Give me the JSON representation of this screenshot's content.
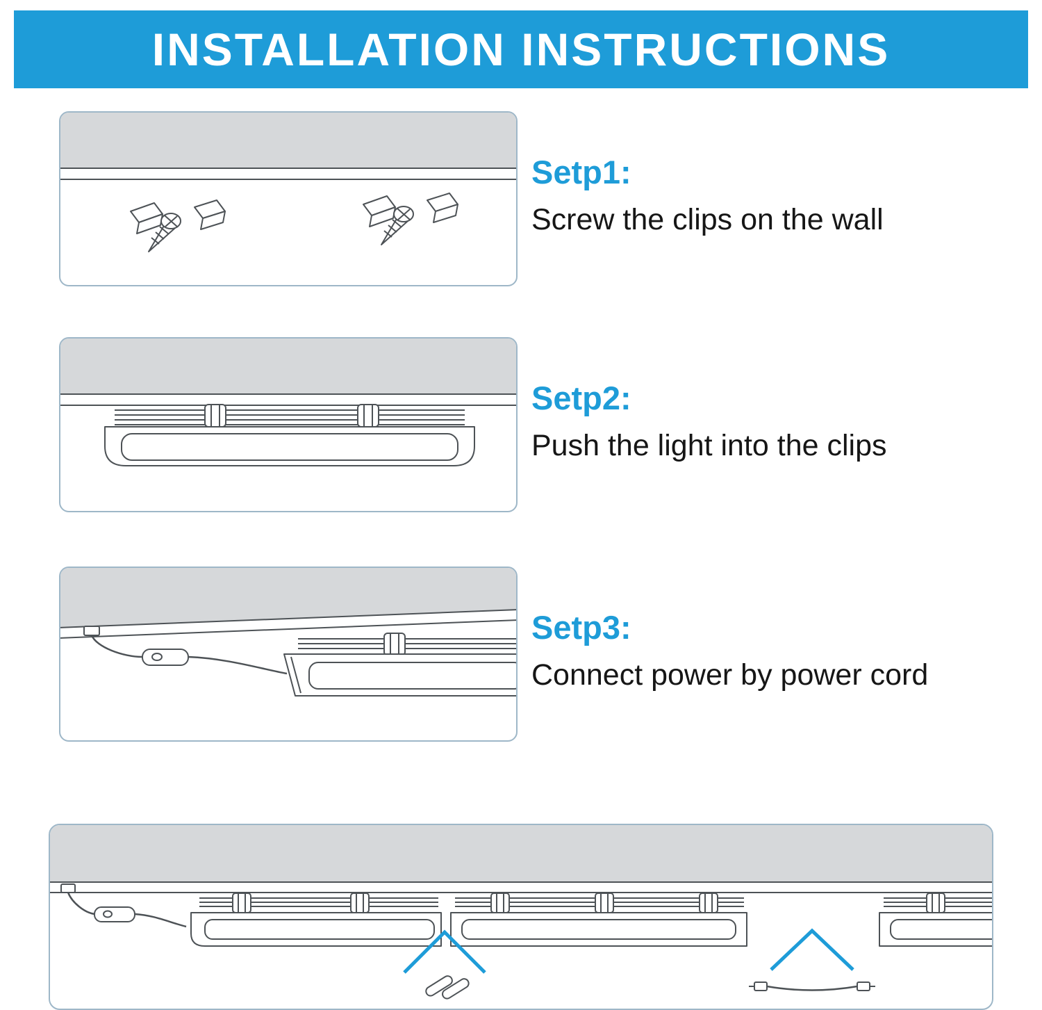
{
  "header": {
    "title": "INSTALLATION INSTRUCTIONS"
  },
  "steps": [
    {
      "label": "Setp1:",
      "description": "Screw the clips on the wall"
    },
    {
      "label": "Setp2:",
      "description": "Push the light into the clips"
    },
    {
      "label": "Setp3:",
      "description": "Connect power by power cord"
    }
  ],
  "bottom_diagram": {
    "icons": [
      "seamless-pin-connector-icon",
      "connector-wire-icon"
    ]
  },
  "colors": {
    "banner_blue": "#1E9CD8",
    "accent_blue": "#1E9CD8",
    "wall_gray": "#D6D8DA",
    "line_dark": "#4D5256",
    "box_border": "#9EB7C8"
  }
}
